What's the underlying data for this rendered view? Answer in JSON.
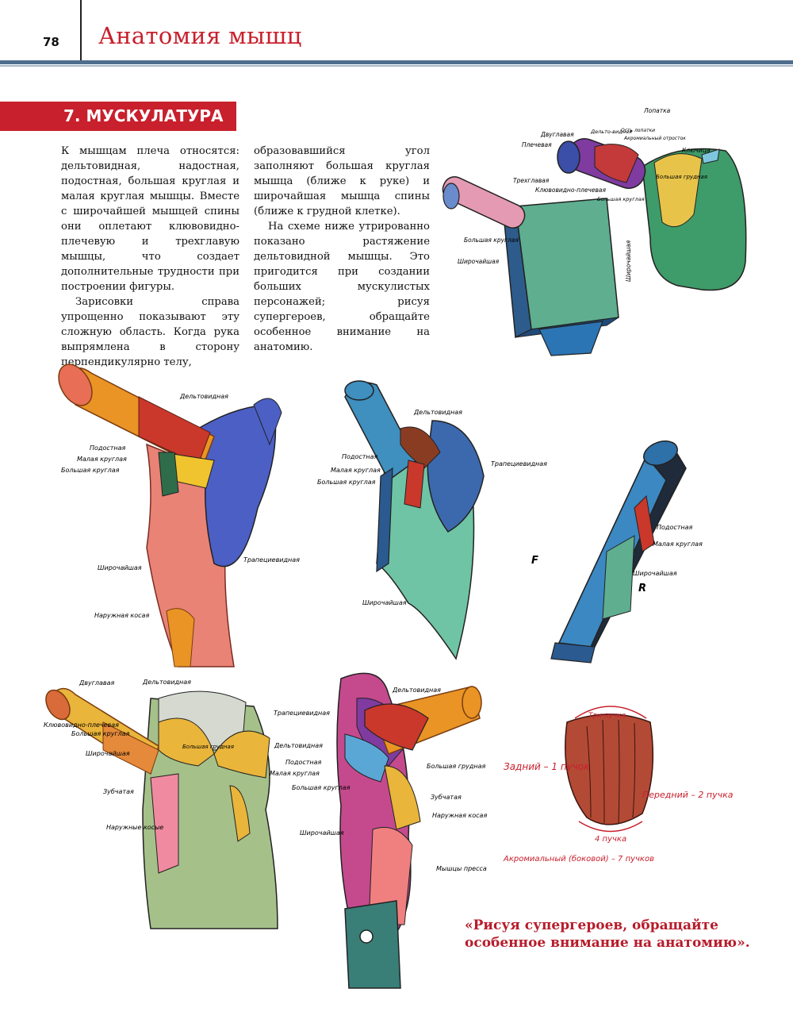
{
  "header": {
    "page_number": "78",
    "title": "Анатомия мышц"
  },
  "section": {
    "title": "7. МУСКУЛАТУРА"
  },
  "body": {
    "col1": [
      "К мышцам плеча относятся: дельтовидная, надостная, подостная, большая круглая и малая круглая мышцы. Вместе с широчайшей мышцей спины они оплетают клювовидно-плечевую и трехглавую мышцы, что создает дополнительные трудности при построении фигуры.",
      "Зарисовки справа упрощенно показывают эту сложную область. Когда рука выпрямлена в сторону перпендикулярно телу,"
    ],
    "col2": [
      "образовавшийся угол заполняют большая круглая мышца (ближе к руке) и широчайшая мышца спины (ближе к грудной клетке).",
      "На схеме ниже утрированно показано растяжение дельтовидной мышцы. Это пригодится при создании больших мускулистых персонажей; рисуя супергероев, обращайте особенное внимание на анатомию."
    ]
  },
  "quote": "«Рисуя супергероев, обращайте особенное внимание на анатомию».",
  "colors": {
    "accent": "#c8202c",
    "rule": "#506e8e"
  },
  "figures": {
    "fig1": {
      "labels": {
        "scapula": "Лопатка",
        "clavicle": "Ключица",
        "biceps": "Двуглавая",
        "humerus": "Плечевая",
        "deltoid": "Дельто-видная",
        "spine_label": "Ость лопатки",
        "acromion": "Акромиальный отросток",
        "pectoral": "Большая грудная",
        "triceps": "Трехглавая",
        "coraco": "Клювовидно-плечевая",
        "teres_major": "Большая круглая",
        "teres_major2": "Большая круглая",
        "latissimus": "Широчайшая",
        "latissimus2": "Широчайшая"
      }
    },
    "fig2": {
      "labels": {
        "deltoid": "Дельтовидная",
        "infraspinatus": "Подостная",
        "teres_minor": "Малая круглая",
        "teres_major": "Большая круглая",
        "trapezius": "Трапециевидная",
        "latissimus": "Широчайшая",
        "oblique": "Наружная косая"
      }
    },
    "fig3": {
      "labels": {
        "deltoid": "Дельтовидная",
        "infraspinatus": "Подостная",
        "teres_minor": "Малая круглая",
        "teres_major": "Большая круглая",
        "trapezius": "Трапециевидная",
        "latissimus": "Широчайшая"
      }
    },
    "fig4": {
      "labels": {
        "infraspinatus": "Подостная",
        "teres_minor": "Малая круглая",
        "latissimus": "Широчайшая",
        "letter_f": "F",
        "letter_r": "R"
      }
    },
    "fig5": {
      "labels": {
        "biceps": "Двуглавая",
        "deltoid": "Дельтовидная",
        "coraco": "Клювовидно-плечевая",
        "teres_major": "Большая круглая",
        "latissimus": "Широчайшая",
        "pectoral": "Большая грудная",
        "serratus": "Зубчатая",
        "obliques": "Наружные косые"
      }
    },
    "fig6": {
      "labels": {
        "deltoid": "Дельтовидная",
        "trapezius": "Трапециевидная",
        "deltoid2": "Дельтовидная",
        "infraspinatus": "Подостная",
        "teres_minor": "Малая круглая",
        "teres_major": "Большая круглая",
        "latissimus": "Широчайшая",
        "pectoral": "Большая грудная",
        "serratus": "Зубчатая",
        "oblique": "Наружная косая",
        "abs": "Мышцы пресса"
      }
    },
    "fig7": {
      "labels": {
        "three": "Три пучка",
        "posterior": "Задний – 1 пучок",
        "anterior": "Передний – 2 пучка",
        "four": "4 пучка",
        "acromial": "Акромиальный (боковой) – 7 пучков"
      }
    }
  }
}
